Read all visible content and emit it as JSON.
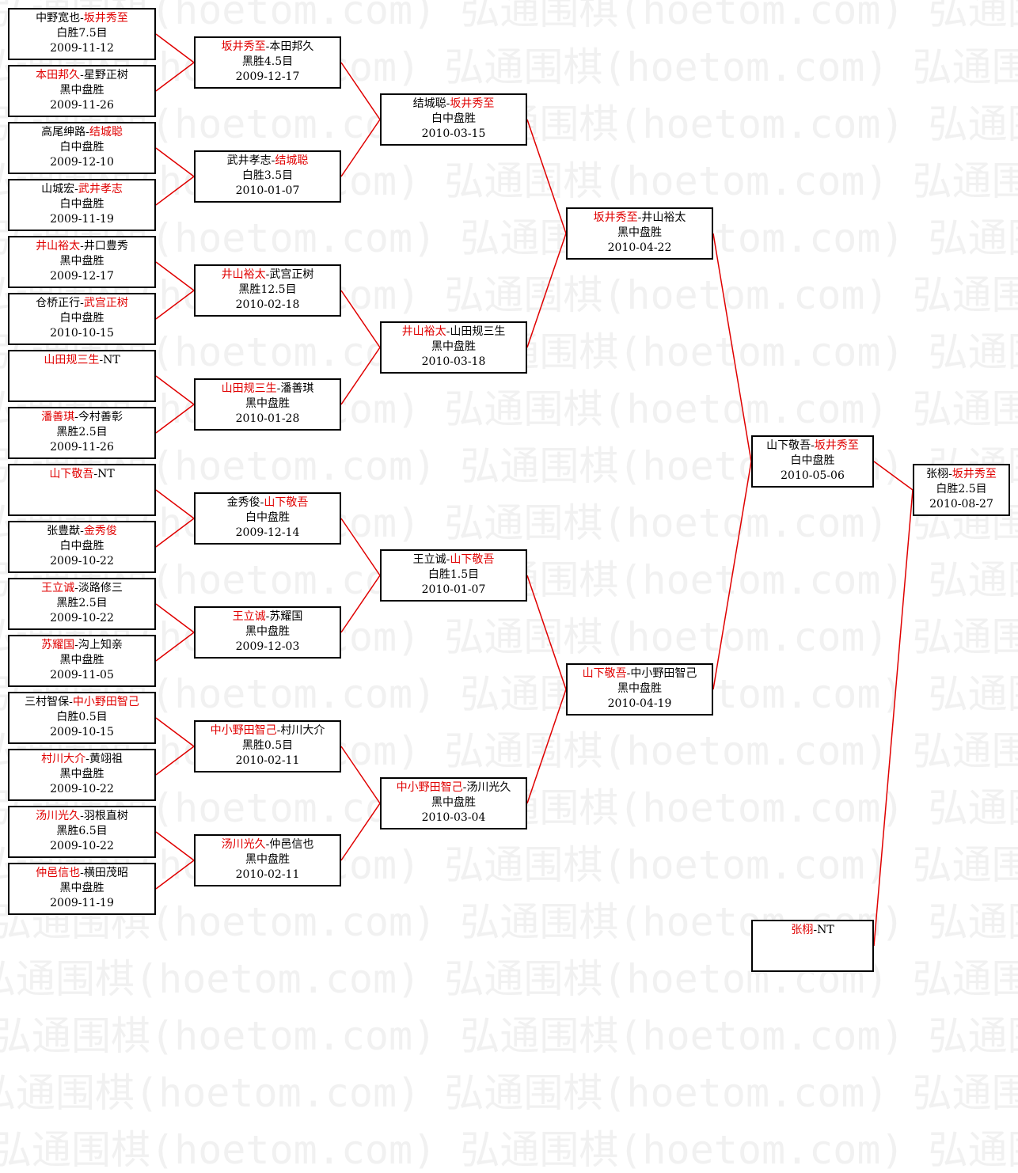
{
  "watermark": "弘通围棋(hoetom.com)",
  "colors": {
    "winner": "#e00000",
    "connector": "#e00000",
    "border": "#000000"
  },
  "rounds": [
    [
      {
        "id": "r1m1",
        "p1": "中野宽也",
        "p2": "坂井秀至",
        "winner": 2,
        "result": "白胜7.5目",
        "date": "2009-11-12"
      },
      {
        "id": "r1m2",
        "p1": "本田邦久",
        "p2": "星野正树",
        "winner": 1,
        "result": "黑中盘胜",
        "date": "2009-11-26"
      },
      {
        "id": "r1m3",
        "p1": "高尾绅路",
        "p2": "结城聪",
        "winner": 2,
        "result": "白中盘胜",
        "date": "2009-12-10"
      },
      {
        "id": "r1m4",
        "p1": "山城宏",
        "p2": "武井孝志",
        "winner": 2,
        "result": "白中盘胜",
        "date": "2009-11-19"
      },
      {
        "id": "r1m5",
        "p1": "井山裕太",
        "p2": "井口豊秀",
        "winner": 1,
        "result": "黑中盘胜",
        "date": "2009-12-17"
      },
      {
        "id": "r1m6",
        "p1": "仓桥正行",
        "p2": "武宫正树",
        "winner": 2,
        "result": "白中盘胜",
        "date": "2010-10-15"
      },
      {
        "id": "r1m7",
        "p1": "山田规三生",
        "p2": "NT",
        "winner": 1,
        "result": "",
        "date": ""
      },
      {
        "id": "r1m8",
        "p1": "潘善琪",
        "p2": "今村善彰",
        "winner": 1,
        "result": "黑胜2.5目",
        "date": "2009-11-26"
      },
      {
        "id": "r1m9",
        "p1": "山下敬吾",
        "p2": "NT",
        "winner": 1,
        "result": "",
        "date": ""
      },
      {
        "id": "r1m10",
        "p1": "张豊猷",
        "p2": "金秀俊",
        "winner": 2,
        "result": "白中盘胜",
        "date": "2009-10-22"
      },
      {
        "id": "r1m11",
        "p1": "王立诚",
        "p2": "淡路修三",
        "winner": 1,
        "result": "黑胜2.5目",
        "date": "2009-10-22"
      },
      {
        "id": "r1m12",
        "p1": "苏耀国",
        "p2": "沟上知亲",
        "winner": 1,
        "result": "黑中盘胜",
        "date": "2009-11-05"
      },
      {
        "id": "r1m13",
        "p1": "三村智保",
        "p2": "中小野田智己",
        "winner": 2,
        "result": "白胜0.5目",
        "date": "2009-10-15"
      },
      {
        "id": "r1m14",
        "p1": "村川大介",
        "p2": "黄翊祖",
        "winner": 1,
        "result": "黑中盘胜",
        "date": "2009-10-22"
      },
      {
        "id": "r1m15",
        "p1": "汤川光久",
        "p2": "羽根直树",
        "winner": 1,
        "result": "黑胜6.5目",
        "date": "2009-10-22"
      },
      {
        "id": "r1m16",
        "p1": "仲邑信也",
        "p2": "横田茂昭",
        "winner": 1,
        "result": "黑中盘胜",
        "date": "2009-11-19"
      }
    ],
    [
      {
        "id": "r2m1",
        "p1": "坂井秀至",
        "p2": "本田邦久",
        "winner": 1,
        "result": "黑胜4.5目",
        "date": "2009-12-17"
      },
      {
        "id": "r2m2",
        "p1": "武井孝志",
        "p2": "结城聪",
        "winner": 2,
        "result": "白胜3.5目",
        "date": "2010-01-07"
      },
      {
        "id": "r2m3",
        "p1": "井山裕太",
        "p2": "武宫正树",
        "winner": 1,
        "result": "黑胜12.5目",
        "date": "2010-02-18"
      },
      {
        "id": "r2m4",
        "p1": "山田规三生",
        "p2": "潘善琪",
        "winner": 1,
        "result": "黑中盘胜",
        "date": "2010-01-28"
      },
      {
        "id": "r2m5",
        "p1": "金秀俊",
        "p2": "山下敬吾",
        "winner": 2,
        "result": "白中盘胜",
        "date": "2009-12-14"
      },
      {
        "id": "r2m6",
        "p1": "王立诚",
        "p2": "苏耀国",
        "winner": 1,
        "result": "黑中盘胜",
        "date": "2009-12-03"
      },
      {
        "id": "r2m7",
        "p1": "中小野田智己",
        "p2": "村川大介",
        "winner": 1,
        "result": "黑胜0.5目",
        "date": "2010-02-11"
      },
      {
        "id": "r2m8",
        "p1": "汤川光久",
        "p2": "仲邑信也",
        "winner": 1,
        "result": "黑中盘胜",
        "date": "2010-02-11"
      }
    ],
    [
      {
        "id": "r3m1",
        "p1": "结城聪",
        "p2": "坂井秀至",
        "winner": 2,
        "result": "白中盘胜",
        "date": "2010-03-15"
      },
      {
        "id": "r3m2",
        "p1": "井山裕太",
        "p2": "山田规三生",
        "winner": 1,
        "result": "黑中盘胜",
        "date": "2010-03-18"
      },
      {
        "id": "r3m3",
        "p1": "王立诚",
        "p2": "山下敬吾",
        "winner": 2,
        "result": "白胜1.5目",
        "date": "2010-01-07"
      },
      {
        "id": "r3m4",
        "p1": "中小野田智己",
        "p2": "汤川光久",
        "winner": 1,
        "result": "黑中盘胜",
        "date": "2010-03-04"
      }
    ],
    [
      {
        "id": "r4m1",
        "p1": "坂井秀至",
        "p2": "井山裕太",
        "winner": 1,
        "result": "黑中盘胜",
        "date": "2010-04-22"
      },
      {
        "id": "r4m2",
        "p1": "山下敬吾",
        "p2": "中小野田智己",
        "winner": 1,
        "result": "黑中盘胜",
        "date": "2010-04-19"
      }
    ],
    [
      {
        "id": "r5m1",
        "p1": "山下敬吾",
        "p2": "坂井秀至",
        "winner": 2,
        "result": "白中盘胜",
        "date": "2010-05-06"
      },
      {
        "id": "r5m2",
        "p1": "张栩",
        "p2": "NT",
        "winner": 1,
        "result": "",
        "date": ""
      }
    ],
    [
      {
        "id": "r6m1",
        "p1": "张栩",
        "p2": "坂井秀至",
        "winner": 2,
        "result": "白胜2.5目",
        "date": "2010-08-27"
      }
    ]
  ]
}
